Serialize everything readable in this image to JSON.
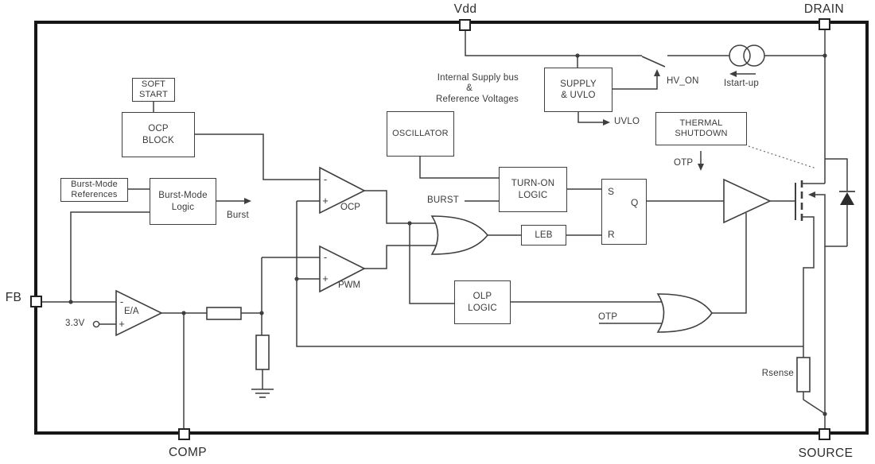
{
  "pins": {
    "vdd": "Vdd",
    "drain": "DRAIN",
    "fb": "FB",
    "comp": "COMP",
    "source": "SOURCE"
  },
  "blocks": {
    "soft_start": "SOFT\nSTART",
    "ocp_block": "OCP\nBLOCK",
    "burst_references": "Burst-Mode\nReferences",
    "burst_logic": "Burst-Mode\nLogic",
    "oscillator": "OSCILLATOR",
    "supply_uvlo": "SUPPLY\n& UVLO",
    "thermal_shutdown": "THERMAL\nSHUTDOWN",
    "turn_on_logic": "TURN-ON\nLOGIC",
    "leb": "LEB",
    "olp_logic": "OLP\nLOGIC"
  },
  "latch": {
    "set": "S",
    "reset": "R",
    "output": "Q"
  },
  "amplifiers": {
    "error_amp": "E/A",
    "ocp_comparator": "OCP",
    "pwm_comparator": "PWM",
    "minus": "-",
    "plus": "+"
  },
  "signals": {
    "burst_output": "Burst",
    "burst_input": "BURST",
    "uvlo": "UVLO",
    "hv_on": "HV_ON",
    "istartup": "Istart-up",
    "otp_thermal": "OTP",
    "otp_or_input": "OTP",
    "supply_bus_line1": "Internal Supply bus",
    "supply_bus_line2": "&",
    "supply_bus_line3": "Reference Voltages",
    "reference_voltage": "3.3V",
    "rsense": "Rsense"
  },
  "colors": {
    "line": "#3f3f3f",
    "chip_border": "#161616",
    "background": "#ffffff",
    "text": "#3a3a3a"
  }
}
